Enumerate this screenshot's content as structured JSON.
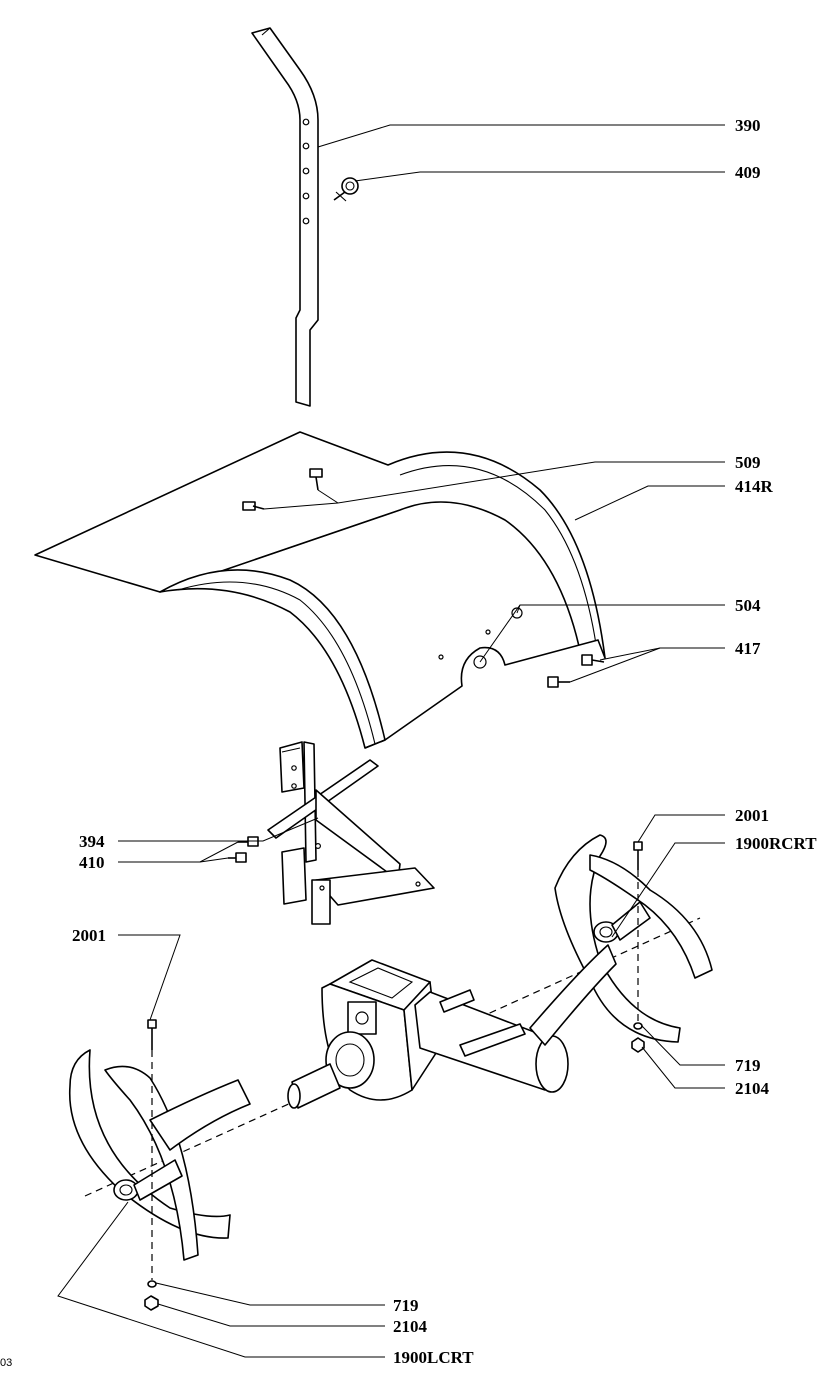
{
  "labels": {
    "p390": "390",
    "p409": "409",
    "p509": "509",
    "p414r": "414R",
    "p504": "504",
    "p417": "417",
    "p2001_right": "2001",
    "p1900rcrt": "1900RCRT",
    "p394": "394",
    "p410": "410",
    "p2001_left": "2001",
    "p719_right": "719",
    "p2104_right": "2104",
    "p719_left": "719",
    "p2104_left": "2104",
    "p1900lcrt": "1900LCRT"
  },
  "page_number": "03"
}
